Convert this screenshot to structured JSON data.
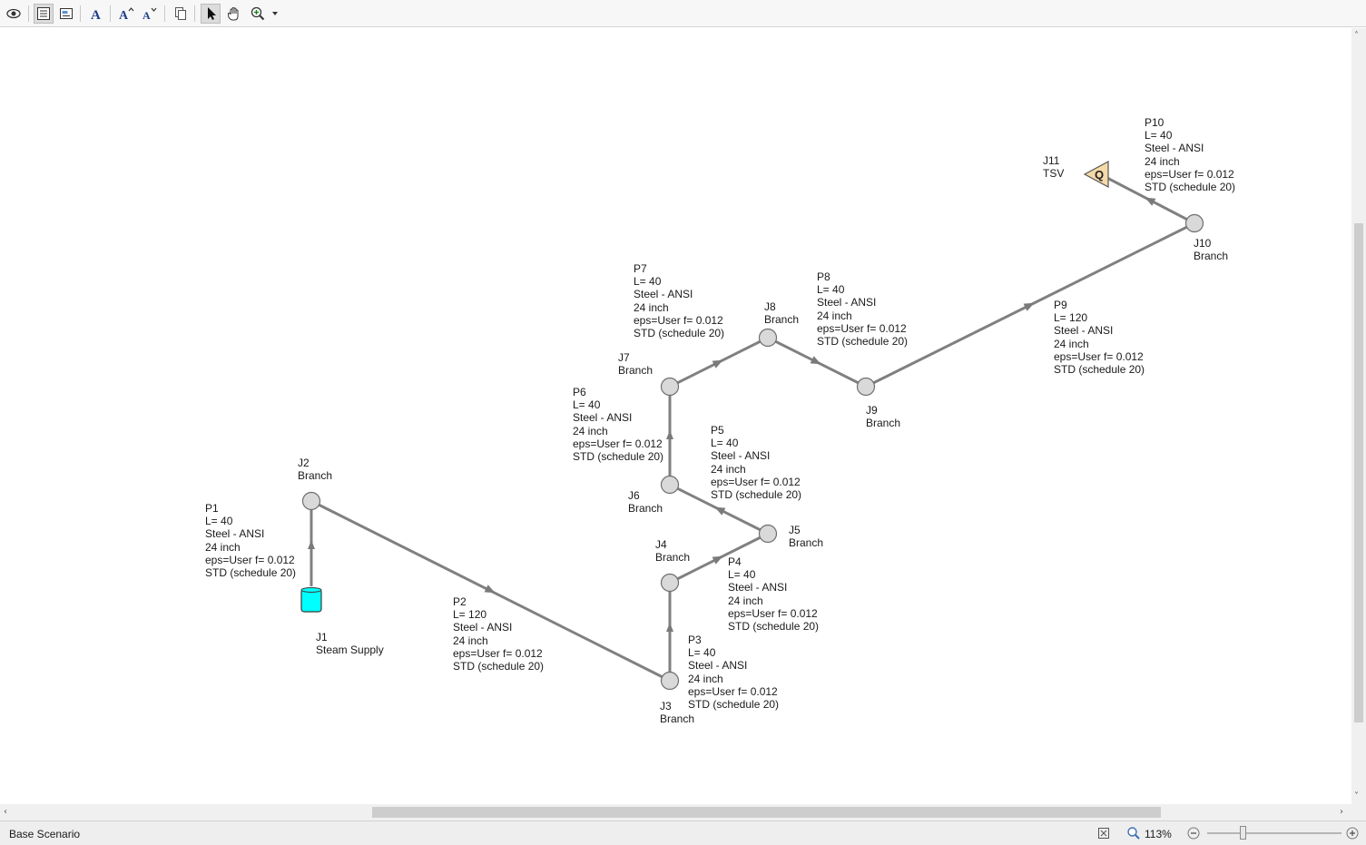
{
  "toolbar": {
    "icons": [
      "eye-icon",
      "list-view-icon",
      "text-panel-icon",
      "font-icon",
      "font-increase-icon",
      "font-decrease-icon",
      "copy-icon",
      "pointer-tool-icon",
      "hand-pan-icon",
      "zoom-in-icon",
      "dropdown-arrow-icon"
    ]
  },
  "junctions": [
    {
      "id": "J1",
      "label": "J1\nSteam Supply"
    },
    {
      "id": "J2",
      "label": "J2\nBranch"
    },
    {
      "id": "J3",
      "label": "J3\nBranch"
    },
    {
      "id": "J4",
      "label": "J4\nBranch"
    },
    {
      "id": "J5",
      "label": "J5\nBranch"
    },
    {
      "id": "J6",
      "label": "J6\nBranch"
    },
    {
      "id": "J7",
      "label": "J7\nBranch"
    },
    {
      "id": "J8",
      "label": "J8\nBranch"
    },
    {
      "id": "J9",
      "label": "J9\nBranch"
    },
    {
      "id": "J10",
      "label": "J10\nBranch"
    },
    {
      "id": "J11",
      "label": "J11\nTSV"
    }
  ],
  "pipes": [
    {
      "id": "P1",
      "label": "P1\nL= 40\nSteel - ANSI\n24 inch\neps=User f= 0.012\nSTD (schedule 20)"
    },
    {
      "id": "P2",
      "label": "P2\nL= 120\nSteel - ANSI\n24 inch\neps=User f= 0.012\nSTD (schedule 20)"
    },
    {
      "id": "P3",
      "label": "P3\nL= 40\nSteel - ANSI\n24 inch\neps=User f= 0.012\nSTD (schedule 20)"
    },
    {
      "id": "P4",
      "label": "P4\nL= 40\nSteel - ANSI\n24 inch\neps=User f= 0.012\nSTD (schedule 20)"
    },
    {
      "id": "P5",
      "label": "P5\nL= 40\nSteel - ANSI\n24 inch\neps=User f= 0.012\nSTD (schedule 20)"
    },
    {
      "id": "P6",
      "label": "P6\nL= 40\nSteel - ANSI\n24 inch\neps=User f= 0.012\nSTD (schedule 20)"
    },
    {
      "id": "P7",
      "label": "P7\nL= 40\nSteel - ANSI\n24 inch\neps=User f= 0.012\nSTD (schedule 20)"
    },
    {
      "id": "P8",
      "label": "P8\nL= 40\nSteel - ANSI\n24 inch\neps=User f= 0.012\nSTD (schedule 20)"
    },
    {
      "id": "P9",
      "label": "P9\nL= 120\nSteel - ANSI\n24 inch\neps=User f= 0.012\nSTD (schedule 20)"
    },
    {
      "id": "P10",
      "label": "P10\nL= 40\nSteel - ANSI\n24 inch\neps=User f= 0.012\nSTD (schedule 20)"
    }
  ],
  "valve_symbol": "Q",
  "colors": {
    "pipe": "#808080",
    "junction_fill": "#d9d9d9",
    "supply_fill": "#00ffff",
    "valve_fill": "#f5d9a8"
  },
  "status": {
    "scenario": "Base Scenario",
    "zoom": "113%"
  }
}
